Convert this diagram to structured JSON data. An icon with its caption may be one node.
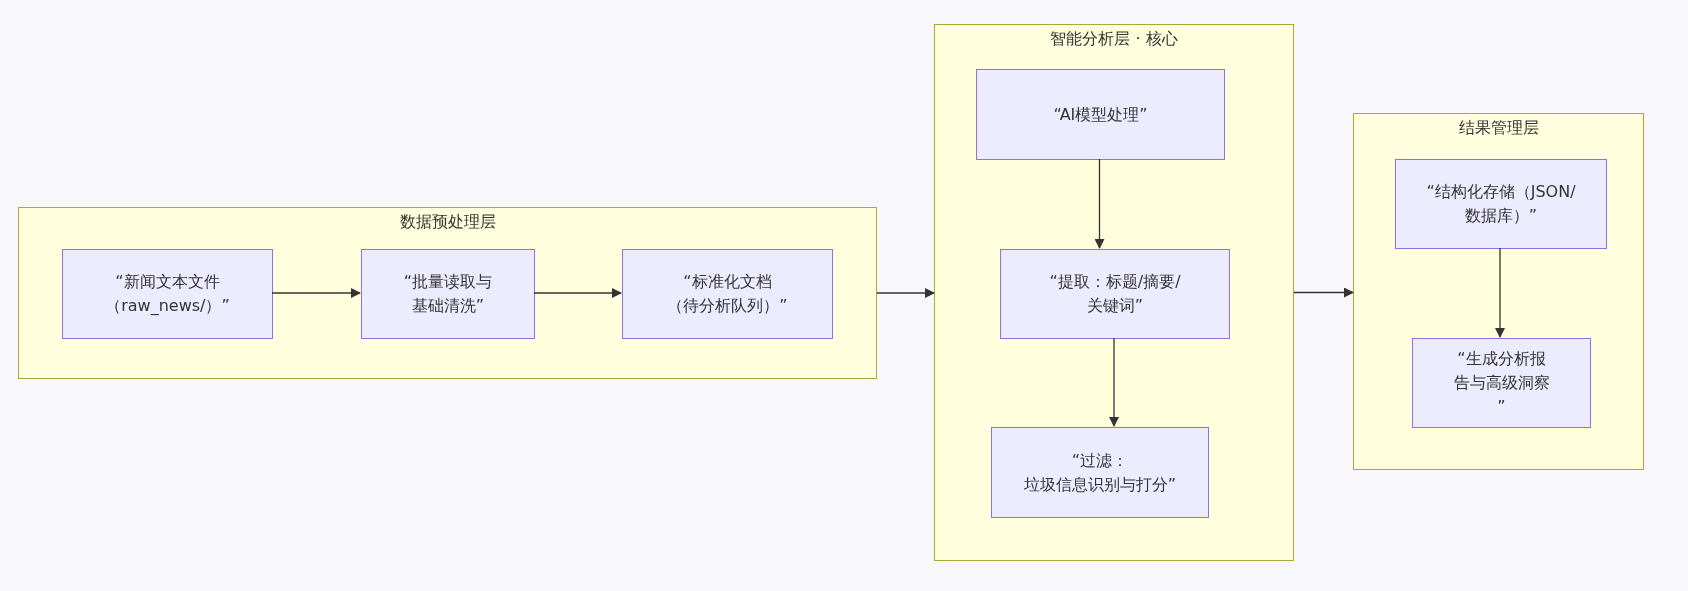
{
  "diagram": {
    "nodes": [
      {
        "text": [
          "数据预处理层"
        ]
      },
      {
        "text": [
          "“新闻文本文件（raw_news/）”"
        ],
        "in": 0
      },
      {
        "text": [
          "“批量读取与基础清洗”"
        ],
        "in": 0
      },
      {
        "text": [
          "“标准化文档（待分析队列）”"
        ],
        "in": 0
      },
      {
        "text": [
          "智能分析层 · 核心"
        ]
      },
      {
        "text": [
          "“AI模型处理”"
        ],
        "in": 4
      },
      {
        "text": [
          "“提取：标题/摘要/关键词”"
        ],
        "in": 4
      },
      {
        "text": [
          "“过滤：垃圾信息识别与打分”"
        ],
        "in": 4
      },
      {
        "text": [
          "结果管理层"
        ]
      },
      {
        "text": [
          "“结构化存储（JSON/数据库）”"
        ],
        "in": 8
      },
      {
        "text": [
          "“生成分析报告与高级洞察”"
        ],
        "in": 8
      }
    ],
    "edges": [
      {
        "from": 1,
        "to": 2,
        "arrow": "to"
      },
      {
        "from": 2,
        "to": 3,
        "arrow": "to"
      },
      {
        "from": 0,
        "to": 4,
        "arrow": "to"
      },
      {
        "from": 5,
        "to": 6,
        "arrow": "to"
      },
      {
        "from": 6,
        "to": 7,
        "arrow": "to"
      },
      {
        "from": 9,
        "to": 10,
        "arrow": "to"
      },
      {
        "from": 4,
        "to": 8,
        "arrow": "to"
      }
    ]
  }
}
